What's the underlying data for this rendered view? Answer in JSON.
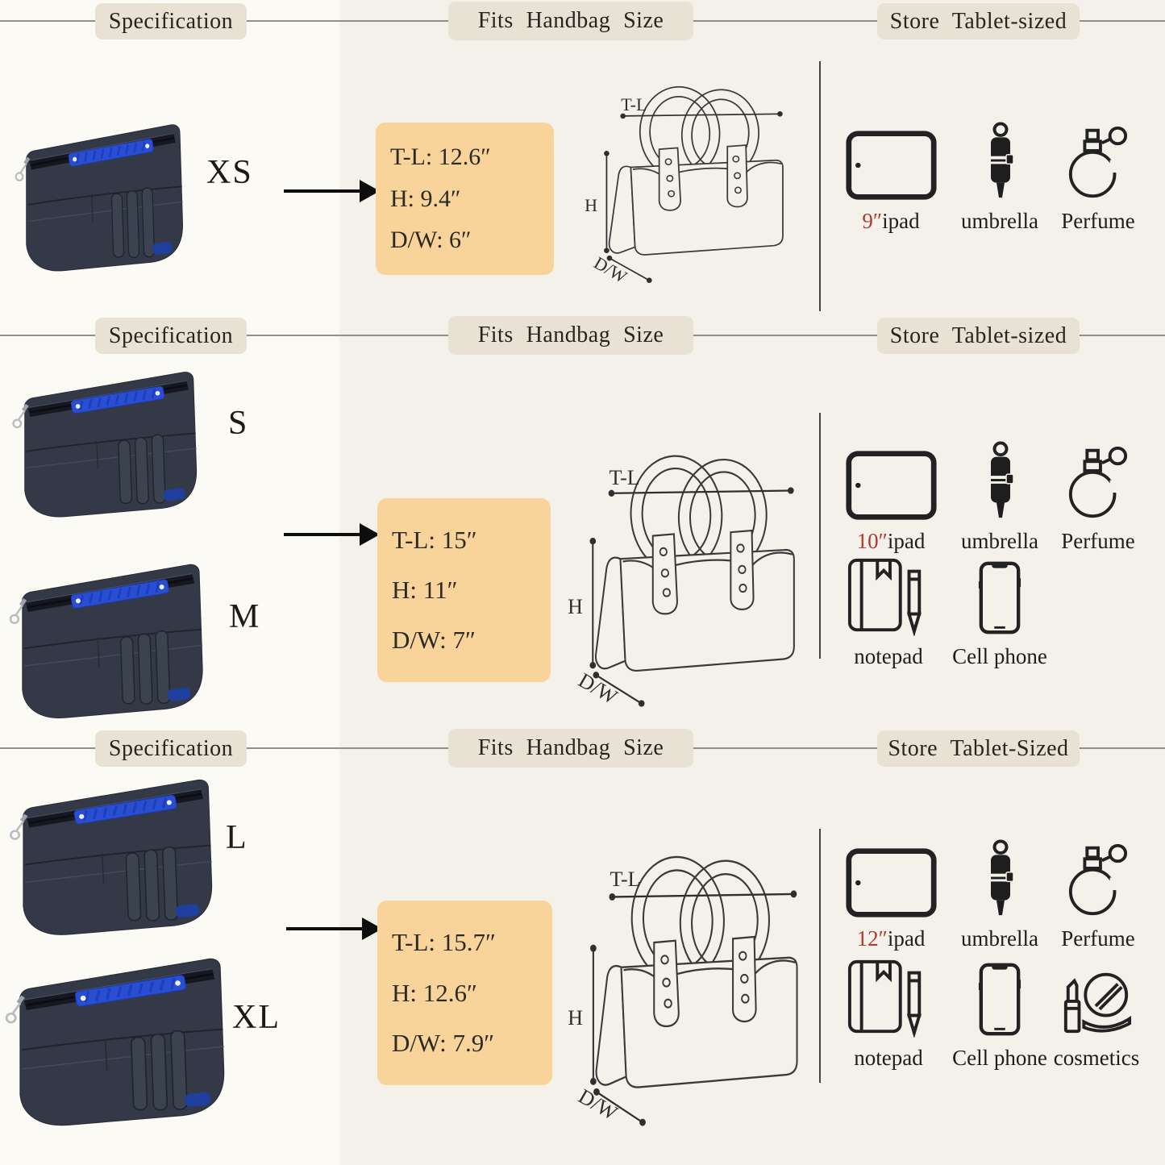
{
  "colors": {
    "background": "#f3f1ea",
    "left_band": "#fcfaf4",
    "header_pill": "#e8e2d5",
    "spec_box_orange": "#f8d39a",
    "accent_red": "#b5382e",
    "bag_navy": "#333947",
    "bag_blue": "#2a4ed2",
    "divider_gray": "#908f88"
  },
  "diagram_labels": {
    "tl": "T-L",
    "h": "H",
    "dw": "D/W"
  },
  "rows": [
    {
      "spec_header": "Specification",
      "fits_header": "Fits Handbag Size",
      "store_header": "Store Tablet-sized",
      "bags": [
        {
          "size": "XS"
        }
      ],
      "specs": [
        "T-L: 12.6″",
        "H: 9.4″",
        "D/W: 6″"
      ],
      "items": [
        {
          "size": "9″",
          "label": "ipad"
        },
        {
          "size": "",
          "label": "umbrella"
        },
        {
          "size": "",
          "label": "Perfume"
        }
      ]
    },
    {
      "spec_header": "Specification",
      "fits_header": "Fits Handbag Size",
      "store_header": "Store Tablet-sized",
      "bags": [
        {
          "size": "S"
        },
        {
          "size": "M"
        }
      ],
      "specs": [
        "T-L: 15″",
        "H: 11″",
        "D/W: 7″"
      ],
      "items": [
        {
          "size": "10″",
          "label": "ipad"
        },
        {
          "size": "",
          "label": "umbrella"
        },
        {
          "size": "",
          "label": "Perfume"
        },
        {
          "size": "",
          "label": "notepad"
        },
        {
          "size": "",
          "label": "Cell phone"
        }
      ]
    },
    {
      "spec_header": "Specification",
      "fits_header": "Fits Handbag Size",
      "store_header": "Store Tablet-Sized",
      "bags": [
        {
          "size": "L"
        },
        {
          "size": "XL"
        }
      ],
      "specs": [
        "T-L: 15.7″",
        "H: 12.6″",
        "D/W: 7.9″"
      ],
      "items": [
        {
          "size": "12″",
          "label": "ipad"
        },
        {
          "size": "",
          "label": "umbrella"
        },
        {
          "size": "",
          "label": "Perfume"
        },
        {
          "size": "",
          "label": "notepad"
        },
        {
          "size": "",
          "label": "Cell phone"
        },
        {
          "size": "",
          "label": "cosmetics"
        }
      ]
    }
  ]
}
